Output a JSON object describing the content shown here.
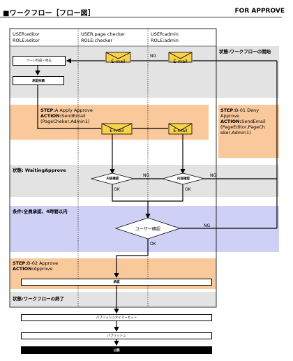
{
  "header": {
    "title": "■ワークフロー［フロー図］",
    "right_label": "FOR APPROVE"
  },
  "lanes": [
    {
      "user": "USER:editor",
      "role": "ROLE:editor"
    },
    {
      "user": "USER:page checker",
      "role": "ROLE:checker"
    },
    {
      "user": "USER:admin",
      "role": "ROLE:admin"
    }
  ],
  "stages": {
    "start": "状態:ワークフローの開始",
    "step_a_label": "STEP:",
    "step_a_name": "A Apply Approve",
    "step_a_action_label": "ACTION:",
    "step_a_action": "SendEmail",
    "step_a_params": "(PageCheker,Admin1)",
    "step_b01_label": "STEP:",
    "step_b01_name": "B-01 Deny",
    "step_b01_name2": "Approve",
    "step_b01_action_label": "ACTION:",
    "step_b01_action": "SendEmail",
    "step_b01_params1": "(PageEditor,PageCh",
    "step_b01_params2": "eker,Admin1)",
    "waiting": "状態: WaitingApprove",
    "condition": "条件:全員承認、4時間以内",
    "step_b02_label": "STEP:",
    "step_b02_name": "B-02 Approve",
    "step_b02_action_label": "ACTION:",
    "step_b02_action": "Approve",
    "end": "状態:ワークフローの終了"
  },
  "boxes": {
    "create_edit": "ページ作成・修正",
    "request": "承認依頼",
    "approve": "承認",
    "publish_timer": "パブリッシュタイマーセット",
    "publish": "パブリッシュ",
    "done": "公開"
  },
  "decisions": {
    "check1": "内容確認",
    "check2": "内容確認",
    "user_check": "ユーザー確認"
  },
  "labels": {
    "email": "E-mail",
    "ng": "NG",
    "ok": "OK"
  },
  "colors": {
    "gray_band": "#e3e3e3",
    "orange_band": "#f9c89b",
    "blue_band": "#cfd0f6",
    "envelope": "#f7d24a"
  }
}
